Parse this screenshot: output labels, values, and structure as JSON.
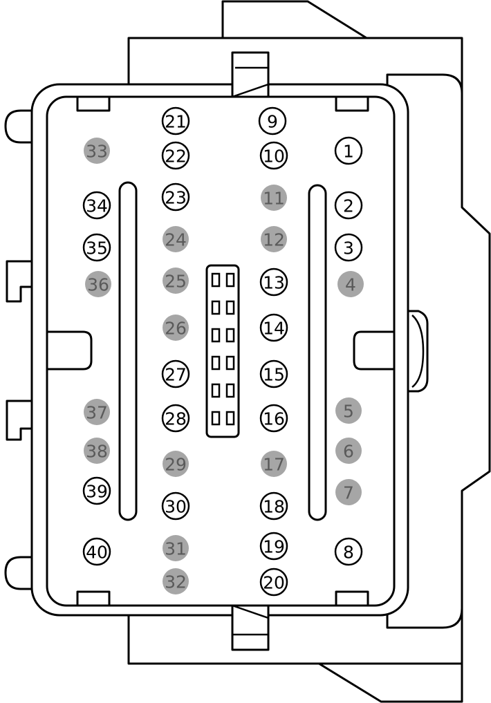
{
  "connector": {
    "pin_styles": {
      "empty": {
        "fill": "#ffffff",
        "stroke": "#000000",
        "text": "#000000"
      },
      "occupied": {
        "fill": "#a6a6a6",
        "stroke": "#a6a6a6",
        "text": "#5a5a5a"
      }
    },
    "pins": [
      {
        "label": "1",
        "occupied": false
      },
      {
        "label": "2",
        "occupied": false
      },
      {
        "label": "3",
        "occupied": false
      },
      {
        "label": "4",
        "occupied": true
      },
      {
        "label": "5",
        "occupied": true
      },
      {
        "label": "6",
        "occupied": true
      },
      {
        "label": "7",
        "occupied": true
      },
      {
        "label": "8",
        "occupied": false
      },
      {
        "label": "9",
        "occupied": false
      },
      {
        "label": "10",
        "occupied": false
      },
      {
        "label": "11",
        "occupied": true
      },
      {
        "label": "12",
        "occupied": true
      },
      {
        "label": "13",
        "occupied": false
      },
      {
        "label": "14",
        "occupied": false
      },
      {
        "label": "15",
        "occupied": false
      },
      {
        "label": "16",
        "occupied": false
      },
      {
        "label": "17",
        "occupied": true
      },
      {
        "label": "18",
        "occupied": false
      },
      {
        "label": "19",
        "occupied": false
      },
      {
        "label": "20",
        "occupied": false
      },
      {
        "label": "21",
        "occupied": false
      },
      {
        "label": "22",
        "occupied": false
      },
      {
        "label": "23",
        "occupied": false
      },
      {
        "label": "24",
        "occupied": true
      },
      {
        "label": "25",
        "occupied": true
      },
      {
        "label": "26",
        "occupied": true
      },
      {
        "label": "27",
        "occupied": false
      },
      {
        "label": "28",
        "occupied": false
      },
      {
        "label": "29",
        "occupied": true
      },
      {
        "label": "30",
        "occupied": false
      },
      {
        "label": "31",
        "occupied": true
      },
      {
        "label": "32",
        "occupied": true
      },
      {
        "label": "33",
        "occupied": true
      },
      {
        "label": "34",
        "occupied": false
      },
      {
        "label": "35",
        "occupied": false
      },
      {
        "label": "36",
        "occupied": true
      },
      {
        "label": "37",
        "occupied": true
      },
      {
        "label": "38",
        "occupied": true
      },
      {
        "label": "39",
        "occupied": false
      },
      {
        "label": "40",
        "occupied": false
      }
    ]
  }
}
